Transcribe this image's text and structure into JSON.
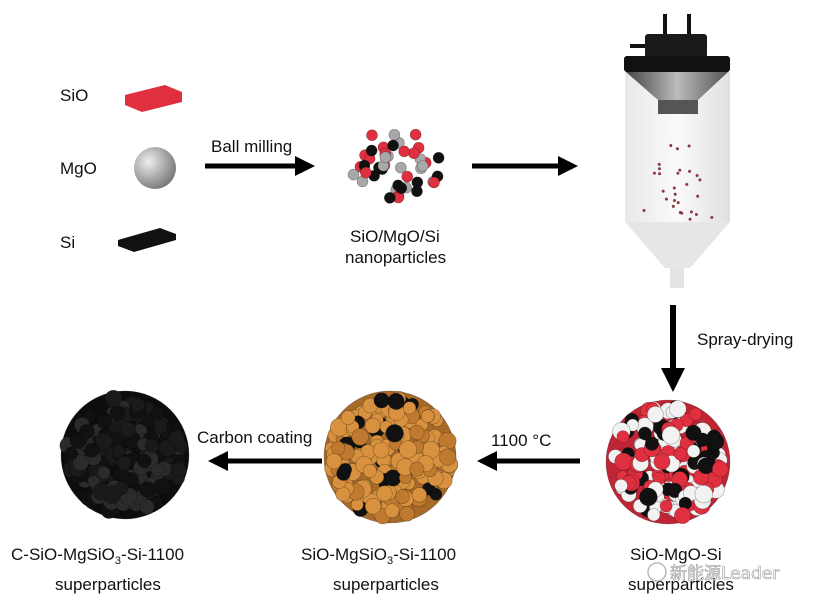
{
  "materials": [
    {
      "label": "SiO",
      "color": "#e0303f"
    },
    {
      "label": "MgO",
      "color": "#a8a8a8"
    },
    {
      "label": "Si",
      "color": "#111111"
    }
  ],
  "steps": {
    "ball_milling": "Ball milling",
    "spray_drying": "Spray-drying",
    "heating": "1100 °C",
    "carbon_coating": "Carbon coating"
  },
  "products": {
    "nanoparticles": {
      "line1": "SiO/MgO/Si",
      "line2": "nanoparticles"
    },
    "sio_mgo_si": {
      "line1": "SiO-MgO-Si",
      "line2": "superparticles"
    },
    "sio_mgsio3": {
      "line1a": "SiO-MgSiO",
      "sub": "3",
      "line1b": "-Si-1100",
      "line2": "superparticles"
    },
    "c_sio_mgsio3": {
      "line1a": "C-SiO-MgSiO",
      "sub": "3",
      "line1b": "-Si-1100",
      "line2": "superparticles"
    }
  },
  "watermark": "新能源Leader",
  "colors": {
    "red": "#e0303f",
    "gray": "#a8a8a8",
    "black": "#111111",
    "orange": "#d8923f"
  }
}
